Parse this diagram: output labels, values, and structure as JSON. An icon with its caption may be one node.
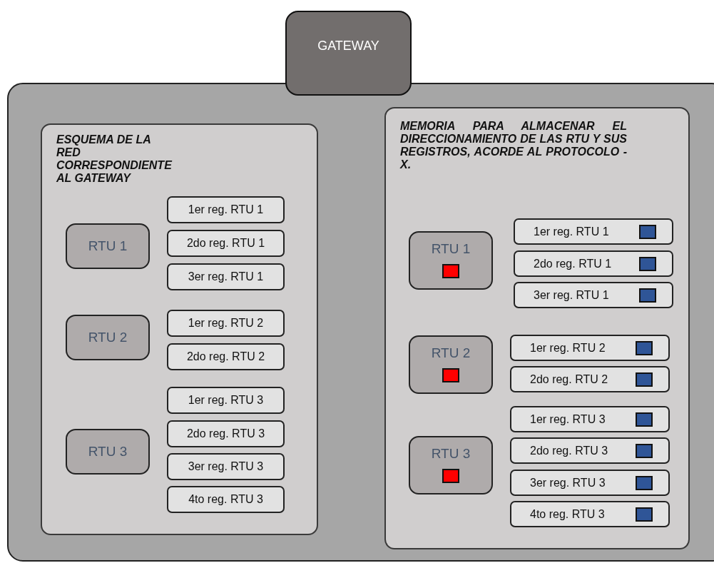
{
  "diagram": {
    "nodes": [
      {
        "text": [
          "GATEWAY"
        ]
      },
      {
        "text": [],
        "shape": "box"
      },
      {
        "text": [
          "ESQUEMA DE LA RED CORRESPONDIENTE AL GATEWAY"
        ],
        "in": 1
      },
      {
        "text": [
          "RTU 1"
        ],
        "in": 2
      },
      {
        "text": [
          "1er reg. RTU 1"
        ],
        "in": 2
      },
      {
        "text": [
          "2do reg. RTU 1"
        ],
        "in": 2
      },
      {
        "text": [
          "3er reg. RTU 1"
        ],
        "in": 2
      },
      {
        "text": [
          "RTU 2"
        ],
        "in": 2
      },
      {
        "text": [
          "1er reg. RTU 2"
        ],
        "in": 2
      },
      {
        "text": [
          "2do reg. RTU 2"
        ],
        "in": 2
      },
      {
        "text": [
          "RTU 3"
        ],
        "in": 2
      },
      {
        "text": [
          "1er reg. RTU 3"
        ],
        "in": 2
      },
      {
        "text": [
          "2do reg. RTU 3"
        ],
        "in": 2
      },
      {
        "text": [
          "3er reg. RTU 3"
        ],
        "in": 2
      },
      {
        "text": [
          "4to reg. RTU 3"
        ],
        "in": 2
      },
      {
        "text": [
          "MEMORIA PARA ALMACENAR EL DIRECCIONAMIENTO DE LAS RTU Y SUS REGISTROS, ACORDE AL PROTOCOLO - X."
        ],
        "in": 1
      },
      {
        "text": [
          "RTU 1"
        ],
        "in": 15
      },
      {
        "text": [
          "1er reg. RTU 1"
        ],
        "in": 15
      },
      {
        "text": [
          "2do reg. RTU 1"
        ],
        "in": 15
      },
      {
        "text": [
          "3er reg. RTU 1"
        ],
        "in": 15
      },
      {
        "text": [
          "RTU 2"
        ],
        "in": 15
      },
      {
        "text": [
          "1er reg. RTU 2"
        ],
        "in": 15
      },
      {
        "text": [
          "2do reg. RTU 2"
        ],
        "in": 15
      },
      {
        "text": [
          "RTU 3"
        ],
        "in": 15
      },
      {
        "text": [
          "1er reg. RTU 3"
        ],
        "in": 15
      },
      {
        "text": [
          "2do reg. RTU 3"
        ],
        "in": 15
      },
      {
        "text": [
          "3er reg. RTU 3"
        ],
        "in": 15
      },
      {
        "text": [
          "4to reg. RTU 3"
        ],
        "in": 15
      }
    ]
  }
}
